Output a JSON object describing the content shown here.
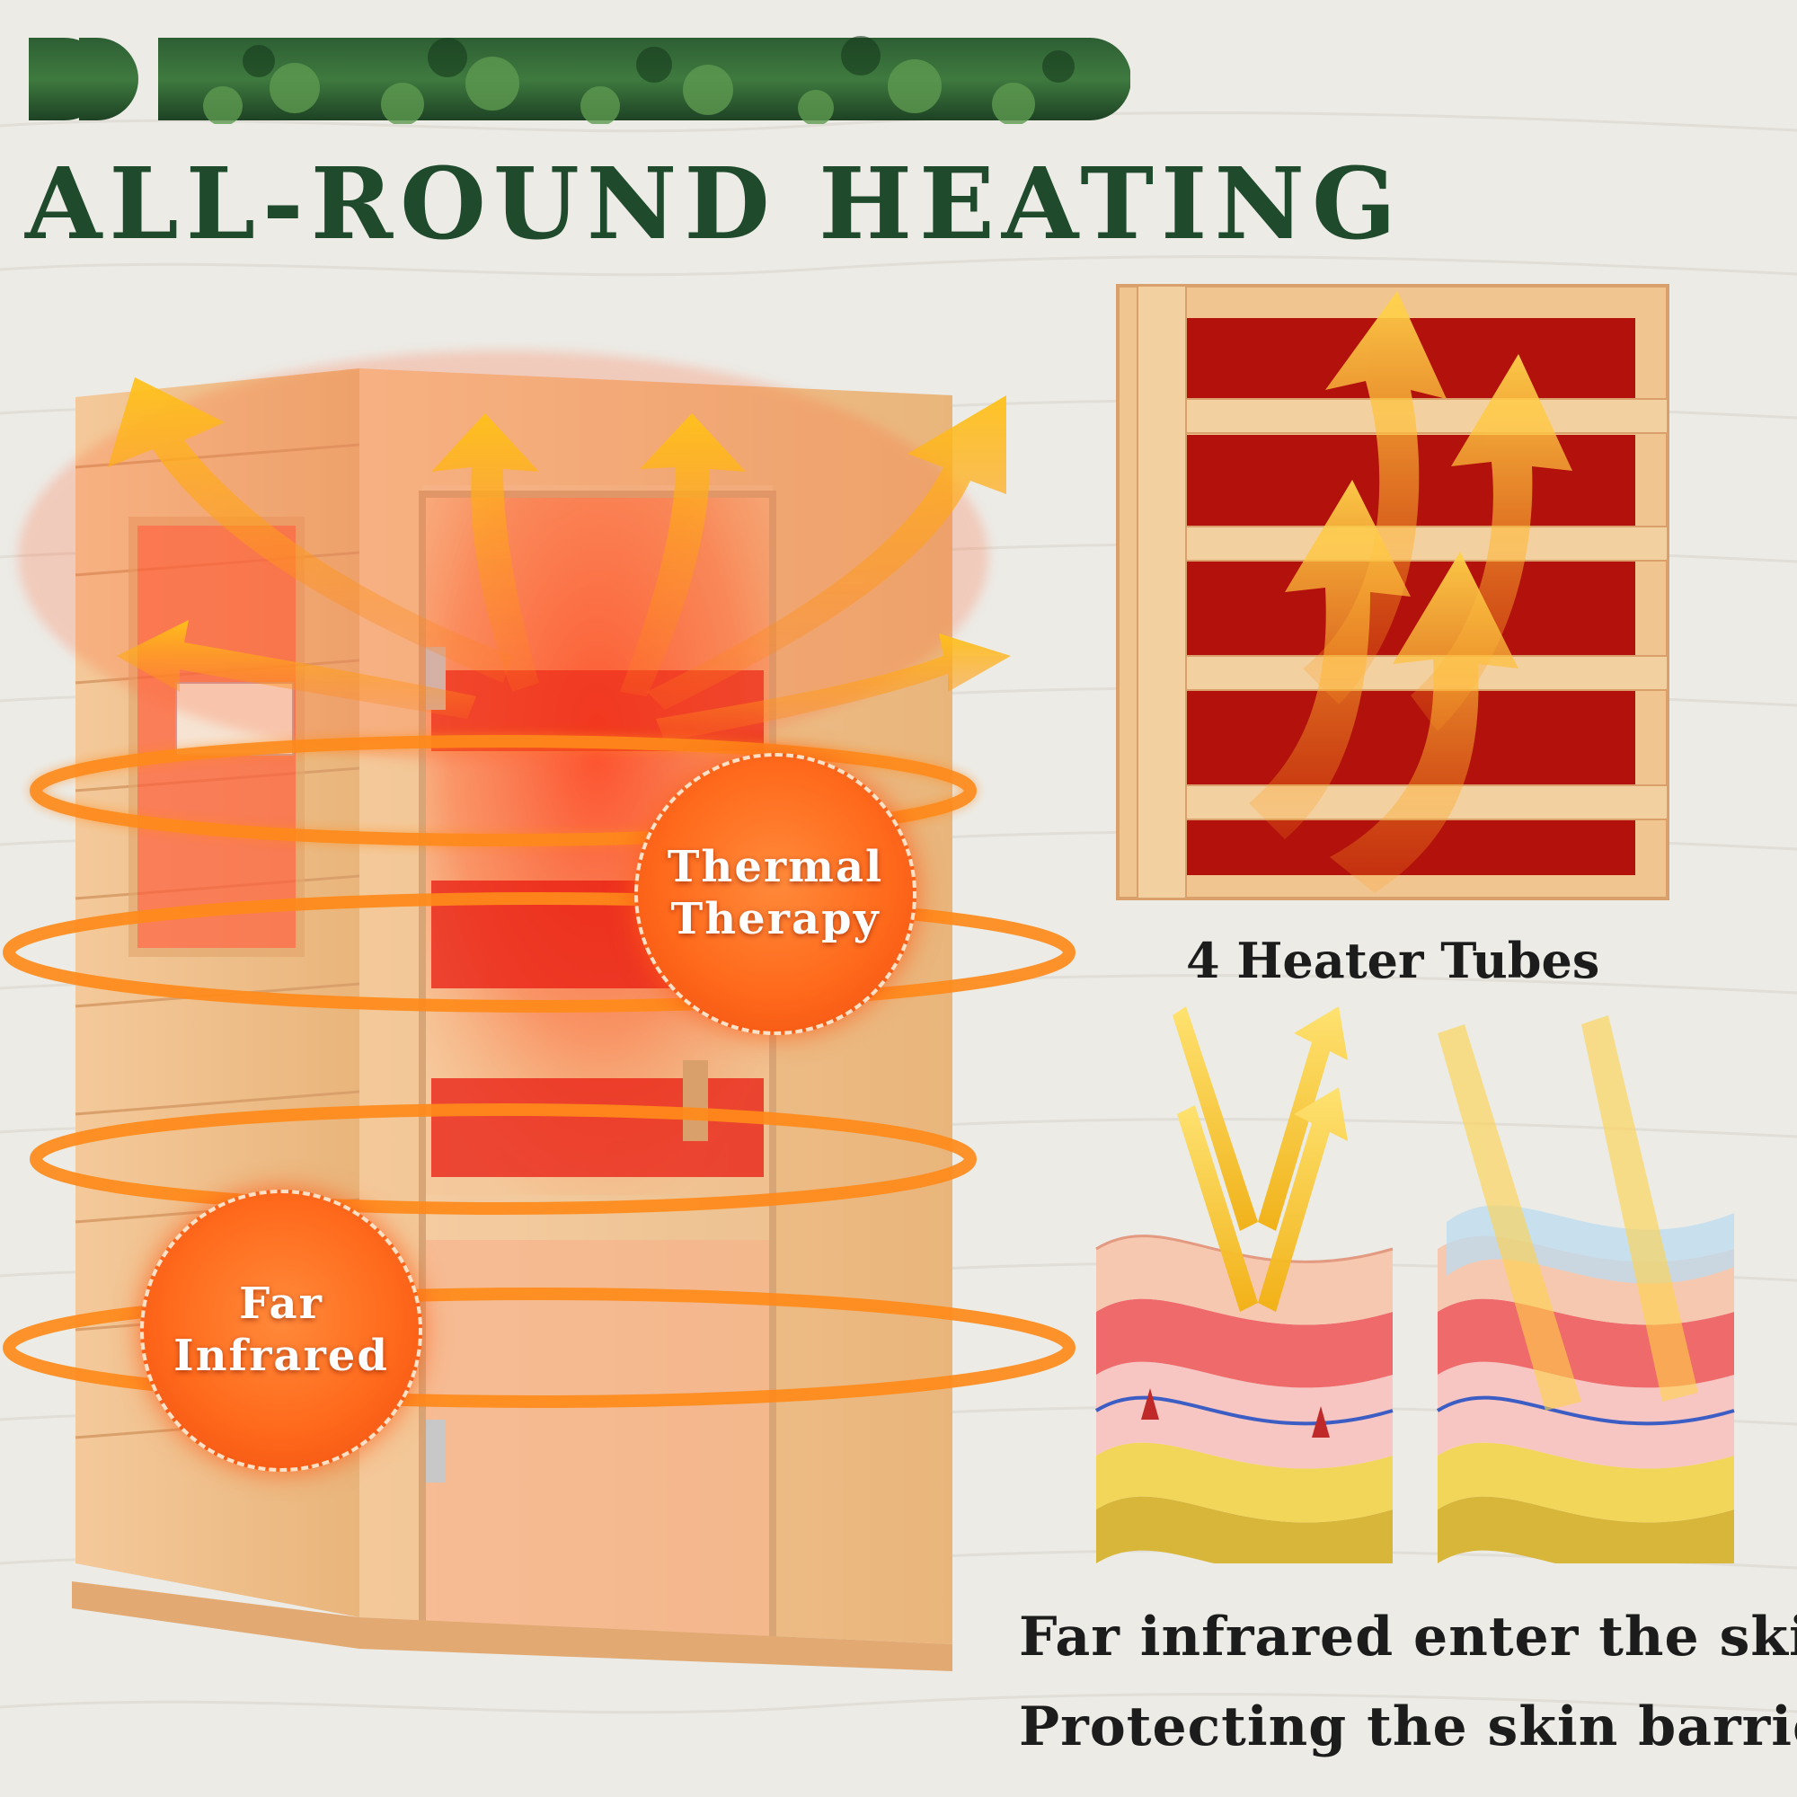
{
  "headline": "ALL-ROUND HEATING",
  "badges": {
    "thermal": {
      "line1": "Thermal",
      "line2": "Therapy"
    },
    "far": {
      "line1": "Far",
      "line2": "Infrared"
    }
  },
  "captions": {
    "heater_tubes": "4 Heater Tubes",
    "skin_line1": "Far infrared enter the skin",
    "skin_line2": "Protecting the skin barrier"
  },
  "colors": {
    "headline": "#1f4a2c",
    "heat_orange": "#ff7a1a",
    "arrow_yellow": "#ffc21a",
    "wood": "#f1c58f",
    "panel_red": "#b3110c",
    "background": "#ecebe6"
  }
}
